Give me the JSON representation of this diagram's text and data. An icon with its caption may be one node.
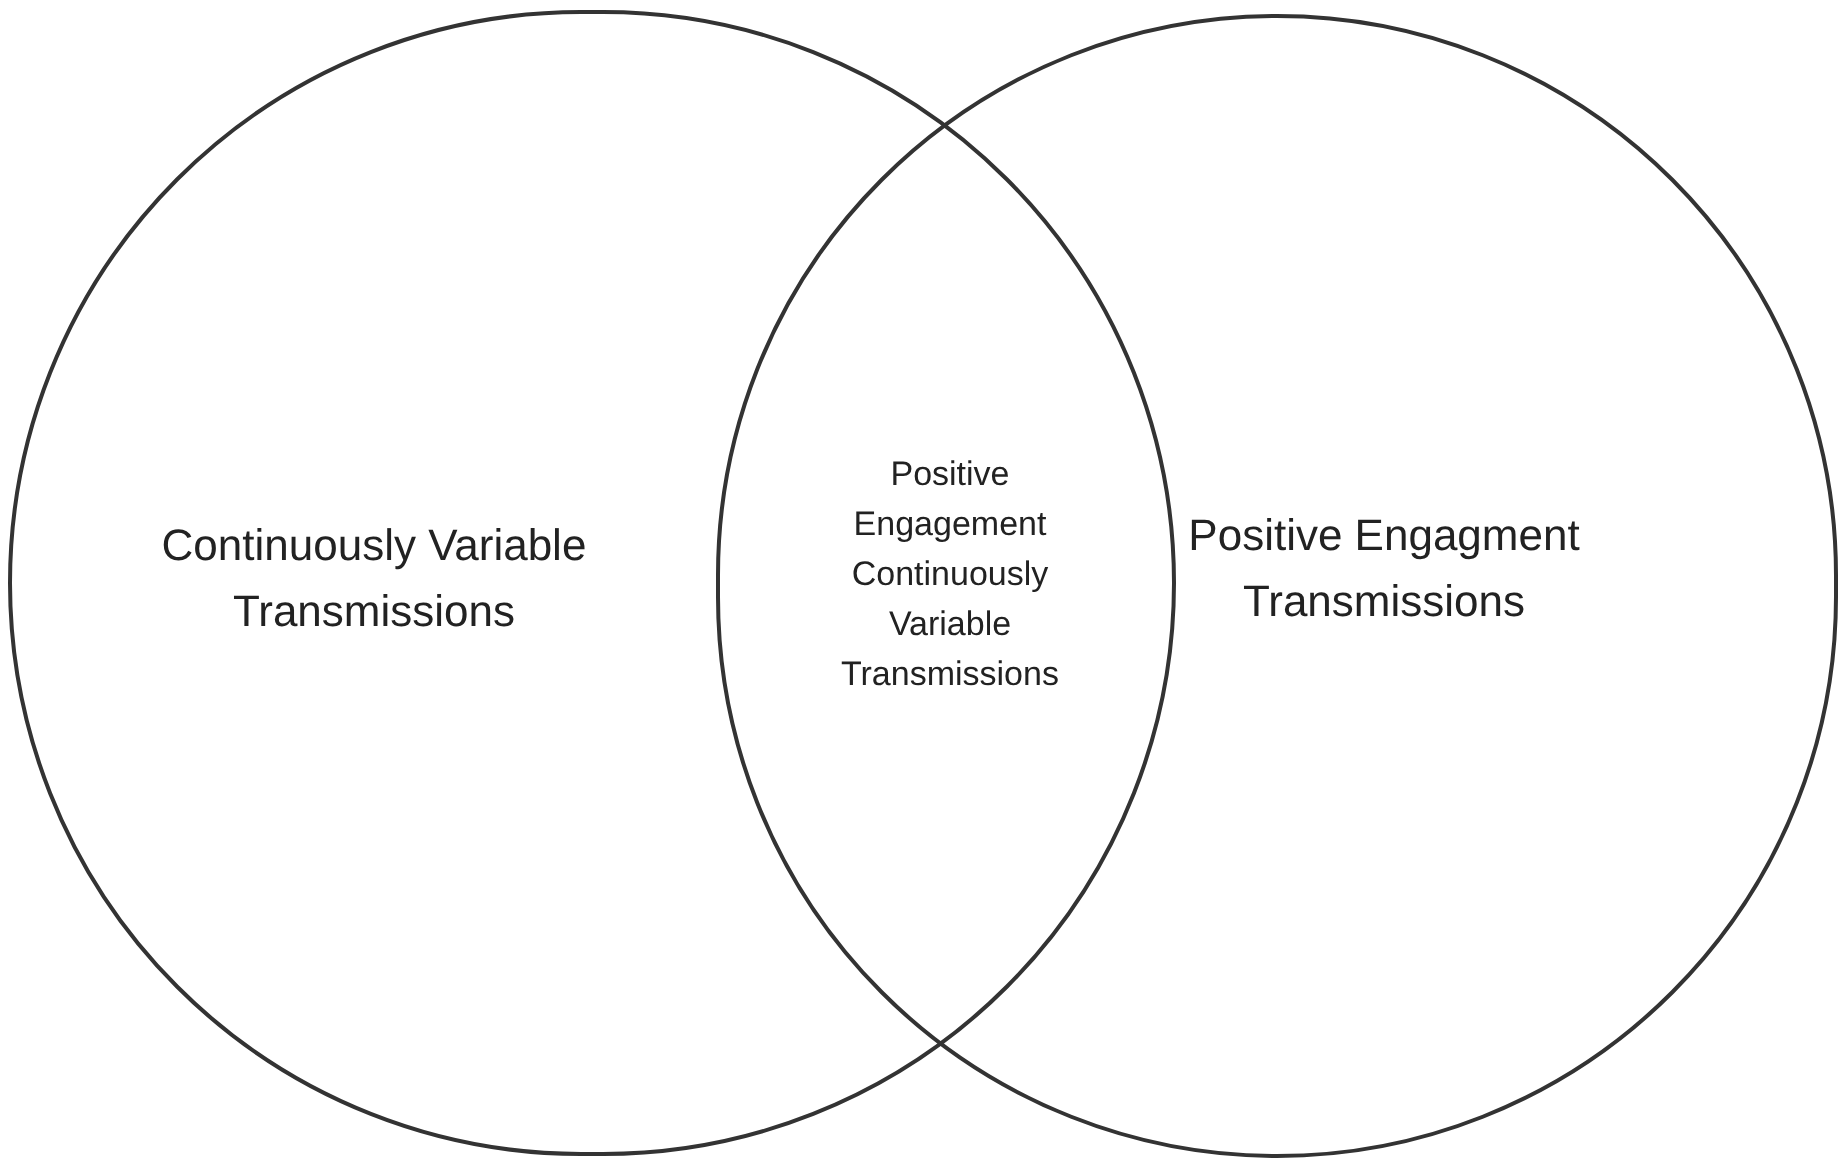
{
  "diagram": {
    "nodes": [
      {
        "text": [
          "Continuously Variable Transmissions"
        ]
      },
      {
        "text": [
          "Positive Engagment Transmissions"
        ]
      },
      {
        "text": [
          "Positive Engagement Continuously Variable Transmissions"
        ]
      }
    ]
  }
}
